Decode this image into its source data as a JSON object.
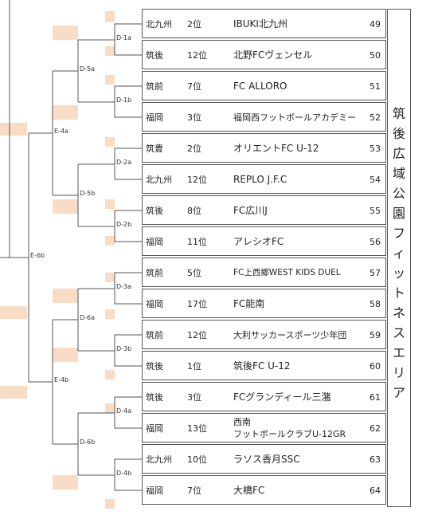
{
  "teams": [
    {
      "region": "北九州",
      "rank": "2位",
      "name": "IBUKI北九州",
      "num": "49"
    },
    {
      "region": "筑後",
      "rank": "12位",
      "name": "北野FCヴェンセル",
      "num": "50"
    },
    {
      "region": "筑前",
      "rank": "7位",
      "name": "FC ALLORO",
      "num": "51"
    },
    {
      "region": "福岡",
      "rank": "3位",
      "name": "福岡西フットボールアカデミー",
      "num": "52"
    },
    {
      "region": "筑豊",
      "rank": "2位",
      "name": "オリエントFC U-12",
      "num": "53"
    },
    {
      "region": "北九州",
      "rank": "12位",
      "name": "REPLO J.F.C",
      "num": "54"
    },
    {
      "region": "筑後",
      "rank": "8位",
      "name": "FC広川J",
      "num": "55"
    },
    {
      "region": "福岡",
      "rank": "11位",
      "name": "アレシオFC",
      "num": "56"
    },
    {
      "region": "筑前",
      "rank": "5位",
      "name": "FC上西郷WEST KIDS DUEL",
      "num": "57"
    },
    {
      "region": "福岡",
      "rank": "17位",
      "name": "FC能南",
      "num": "58"
    },
    {
      "region": "筑前",
      "rank": "12位",
      "name": "大利サッカースポーツ少年団",
      "num": "59"
    },
    {
      "region": "筑後",
      "rank": "1位",
      "name": "筑後FC U-12",
      "num": "60"
    },
    {
      "region": "筑後",
      "rank": "3位",
      "name": "FCグランディール三潴",
      "num": "61"
    },
    {
      "region": "福岡",
      "rank": "13位",
      "name": "西南\nフットボールクラブU-12GR",
      "num": "62"
    },
    {
      "region": "北九州",
      "rank": "10位",
      "name": "ラソス香月SSC",
      "num": "63"
    },
    {
      "region": "福岡",
      "rank": "7位",
      "name": "大橋FC",
      "num": "64"
    }
  ],
  "match_labels": {
    "d1a": "D-1a",
    "d1b": "D-1b",
    "d2a": "D-2a",
    "d2b": "D-2b",
    "d3a": "D-3a",
    "d3b": "D-3b",
    "d4a": "D-4a",
    "d4b": "D-4b",
    "d5a": "D-5a",
    "d5b": "D-5b",
    "d6a": "D-6a",
    "d6b": "D-6b",
    "e4a": "E-4a",
    "e4b": "E-4b",
    "e6b": "E-6b"
  },
  "venue": "筑\n後\n広\n域\n公\n園\nフ\nィ\nッ\nト\nネ\nス\nエ\nリ\nア",
  "colors": {
    "peach": "#f9dcc6",
    "line": "#555555"
  }
}
